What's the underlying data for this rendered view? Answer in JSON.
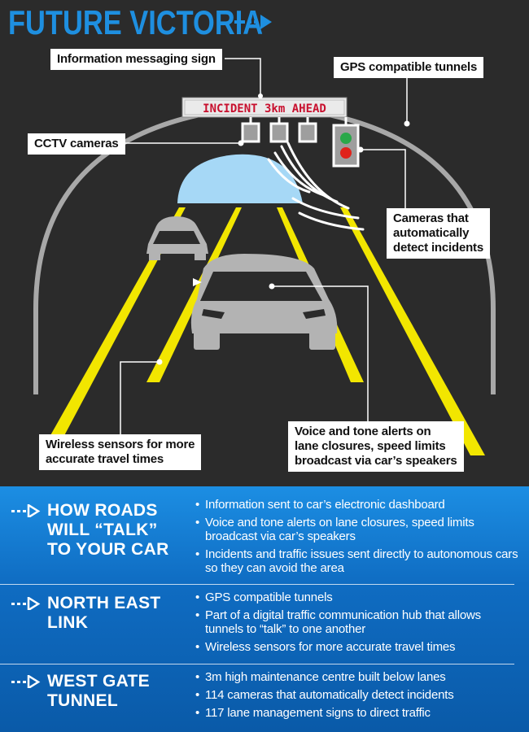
{
  "header": {
    "title": "FUTURE VICTORIA"
  },
  "sign": {
    "text": "INCIDENT 3km AHEAD"
  },
  "callouts": {
    "info_sign": "Information messaging sign",
    "gps_tunnels": "GPS compatible tunnels",
    "cctv": "CCTV cameras",
    "cameras_detect": [
      "Cameras that",
      "automatically",
      "detect incidents"
    ],
    "wireless": [
      "Wireless sensors for more",
      "accurate travel times"
    ],
    "voice": [
      "Voice and tone alerts on",
      "lane closures, speed limits",
      "broadcast via car’s speakers"
    ]
  },
  "colors": {
    "title_blue": "#1e8fe0",
    "background": "#2b2b2b",
    "lane_yellow": "#f2e600",
    "sensor_blue": "#a6d8f6",
    "car_grey": "#b3b3b3",
    "sign_red": "#c8102e"
  },
  "sections": [
    {
      "title_lines": [
        "HOW ROADS",
        "WILL “TALK”",
        "TO YOUR CAR"
      ],
      "items": [
        "Information sent to car’s electronic dashboard",
        "Voice and tone alerts on lane closures, speed limits broadcast via car’s speakers",
        "Incidents and traffic issues sent directly to autonomous cars so they can avoid the area"
      ]
    },
    {
      "title_lines": [
        "NORTH EAST",
        "LINK"
      ],
      "items": [
        "GPS compatible tunnels",
        "Part of a digital traffic communication hub that allows tunnels to “talk” to one another",
        "Wireless sensors for more accurate travel times"
      ]
    },
    {
      "title_lines": [
        "WEST GATE",
        "TUNNEL"
      ],
      "items": [
        "3m high maintenance centre built below lanes",
        "114 cameras  that automatically detect incidents",
        "117 lane management signs to direct traffic"
      ]
    }
  ]
}
